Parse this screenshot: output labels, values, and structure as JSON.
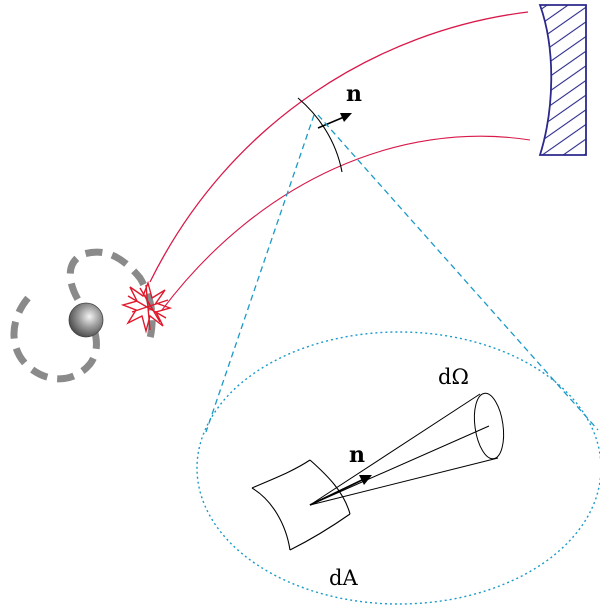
{
  "labels": {
    "normal_top": "n",
    "normal_zoom": "n",
    "solid_angle": "dΩ",
    "area": "dA"
  },
  "colors": {
    "red_ray": "#d8194a",
    "blue_dash": "#1a9ac9",
    "mirror": "#2b2a8c",
    "orbit": "#8a8a8a",
    "flash": "#e0182c",
    "ink": "#000000"
  },
  "icons": {
    "source": "star-burst-icon",
    "planet": "sphere-icon",
    "mirror": "hatched-mirror-icon"
  }
}
